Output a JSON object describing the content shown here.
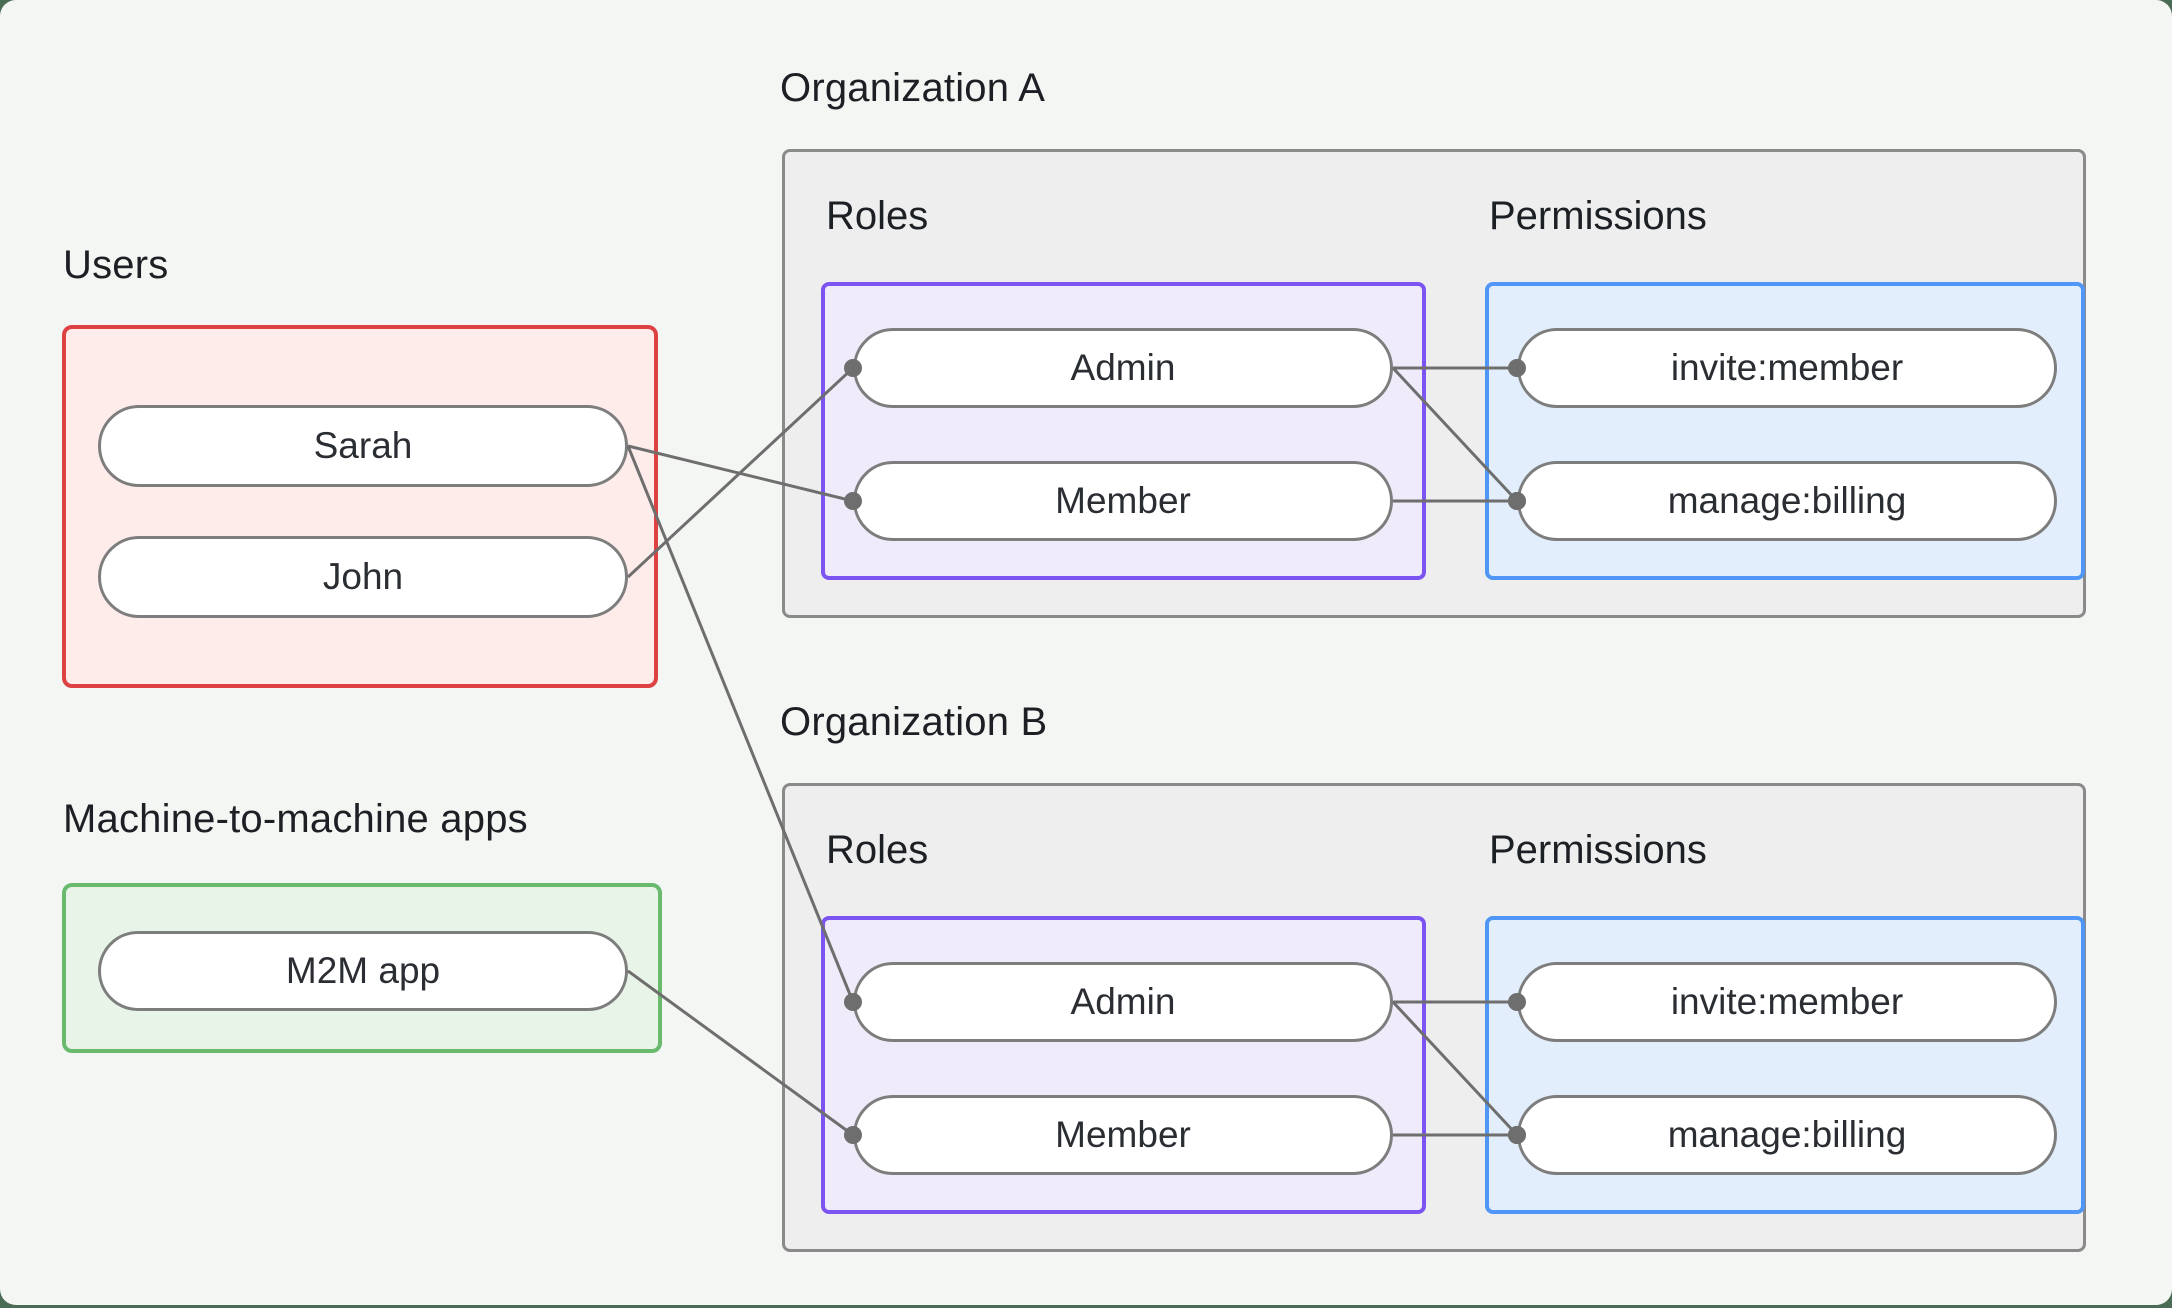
{
  "page": {
    "background_color": "#4a6b54",
    "panel_color": "#f4f6f3"
  },
  "colors": {
    "users_border": "#dd4141",
    "users_fill": "#fdecea",
    "m2m_border": "#6aba6e",
    "m2m_fill": "#e9f4e9",
    "org_border": "#8a8a8a",
    "org_fill": "#eeeeee",
    "roles_border": "#7b54f2",
    "roles_fill": "#f0ebfb",
    "permissions_border": "#4f96f6",
    "permissions_fill": "#e2eefb",
    "pill_border": "#7d7d7d",
    "connector": "#6e6e6e",
    "text": "#1c2024"
  },
  "users_group": {
    "label": "Users",
    "nodes": [
      {
        "id": "sarah",
        "label": "Sarah"
      },
      {
        "id": "john",
        "label": "John"
      }
    ]
  },
  "m2m_group": {
    "label": "Machine-to-machine apps",
    "nodes": [
      {
        "id": "m2m-app",
        "label": "M2M app"
      }
    ]
  },
  "organizations": [
    {
      "title": "Organization A",
      "roles_label": "Roles",
      "permissions_label": "Permissions",
      "roles": [
        {
          "id": "admin-a",
          "label": "Admin"
        },
        {
          "id": "member-a",
          "label": "Member"
        }
      ],
      "permissions": [
        {
          "id": "invite-a",
          "label": "invite:member"
        },
        {
          "id": "manage-a",
          "label": "manage:billing"
        }
      ]
    },
    {
      "title": "Organization B",
      "roles_label": "Roles",
      "permissions_label": "Permissions",
      "roles": [
        {
          "id": "admin-b",
          "label": "Admin"
        },
        {
          "id": "member-b",
          "label": "Member"
        }
      ],
      "permissions": [
        {
          "id": "invite-b",
          "label": "invite:member"
        },
        {
          "id": "manage-b",
          "label": "manage:billing"
        }
      ]
    }
  ],
  "edges": [
    {
      "from": "sarah",
      "to": "member-a"
    },
    {
      "from": "john",
      "to": "admin-a"
    },
    {
      "from": "sarah",
      "to": "admin-b"
    },
    {
      "from": "m2m-app",
      "to": "member-b"
    },
    {
      "from": "admin-a",
      "to": "invite-a"
    },
    {
      "from": "admin-a",
      "to": "manage-a"
    },
    {
      "from": "member-a",
      "to": "manage-a"
    },
    {
      "from": "admin-b",
      "to": "invite-b"
    },
    {
      "from": "admin-b",
      "to": "manage-b"
    },
    {
      "from": "member-b",
      "to": "manage-b"
    }
  ],
  "edge_style": {
    "stroke_width": 3,
    "dot_radius": 9
  }
}
